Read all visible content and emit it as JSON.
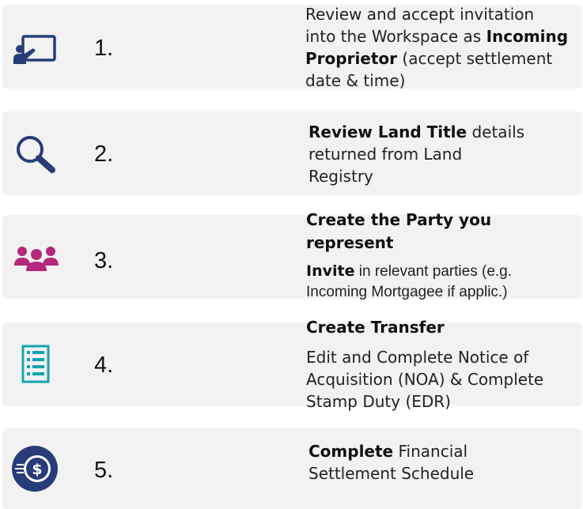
{
  "steps": [
    {
      "number": "1.",
      "icon": "presentation-board-icon",
      "lines": [
        [
          {
            "t": "Review and accept invitation",
            "b": false
          }
        ],
        [
          {
            "t": "into the Workspace as ",
            "b": false
          },
          {
            "t": "Incoming",
            "b": true
          }
        ],
        [
          {
            "t": "Proprietor",
            "b": true
          },
          {
            "t": " (accept settlement",
            "b": false
          }
        ],
        [
          {
            "t": "date & time)",
            "b": false
          }
        ]
      ]
    },
    {
      "number": "2.",
      "icon": "magnifier-icon",
      "lines": [
        [
          {
            "t": "Review Land Title",
            "b": true
          },
          {
            "t": " details",
            "b": false
          }
        ],
        [
          {
            "t": "returned from Land",
            "b": false
          }
        ],
        [
          {
            "t": "Registry",
            "b": false
          }
        ]
      ]
    },
    {
      "number": "3.",
      "icon": "people-group-icon",
      "heading": [
        "Create the Party you",
        "represent"
      ],
      "lines": [
        [
          {
            "t": "Invite",
            "b": true
          },
          {
            "t": " in relevant parties (e.g.",
            "b": false
          }
        ],
        [
          {
            "t": "Incoming Mortgagee if applic.)",
            "b": false
          }
        ]
      ]
    },
    {
      "number": "4.",
      "icon": "document-list-icon",
      "heading": [
        "Create Transfer"
      ],
      "lines": [
        [
          {
            "t": "Edit and Complete Notice of",
            "b": false
          }
        ],
        [
          {
            "t": "Acquisition (NOA) & Complete",
            "b": false
          }
        ],
        [
          {
            "t": "Stamp Duty (EDR)",
            "b": false
          }
        ]
      ]
    },
    {
      "number": "5.",
      "icon": "dollar-coin-icon",
      "lines": [
        [
          {
            "t": "Complete",
            "b": true
          },
          {
            "t": " Financial",
            "b": false
          }
        ],
        [
          {
            "t": "Settlement Schedule",
            "b": false
          }
        ]
      ]
    }
  ],
  "colors": {
    "navy": "#283c78",
    "magenta": "#b4287d",
    "teal": "#14a5af",
    "panel": "#f2f2f2"
  }
}
